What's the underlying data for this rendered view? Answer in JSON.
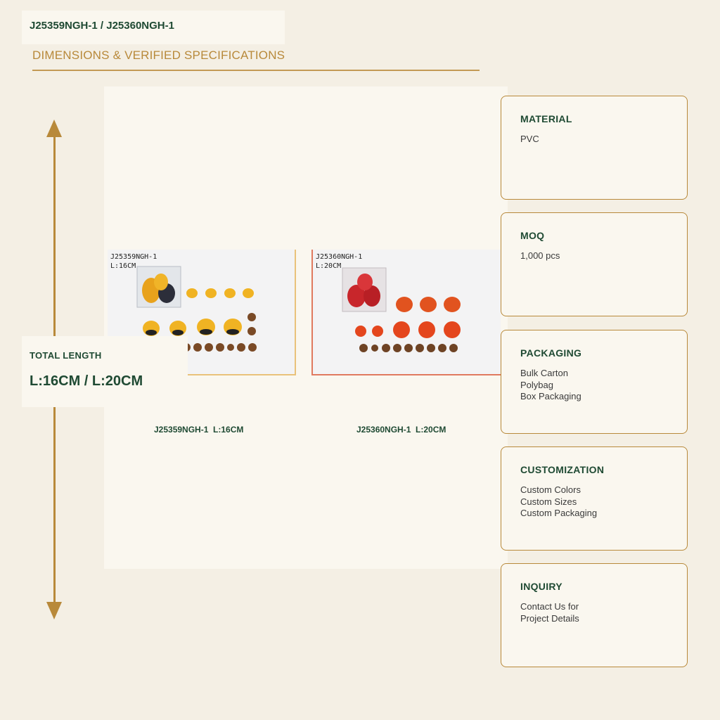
{
  "header": {
    "title": "J25359NGH-1 / J25360NGH-1",
    "subtitle": "DIMENSIONS & VERIFIED SPECIFICATIONS"
  },
  "total_length": {
    "label": "TOTAL LENGTH",
    "value": "L:16CM / L:20CM"
  },
  "products": [
    {
      "photo_label": "J25359NGH-1\nL:16CM",
      "caption": "J25359NGH-1  L:16CM"
    },
    {
      "photo_label": "J25360NGH-1\nL:20CM",
      "caption": "J25360NGH-1  L:20CM"
    }
  ],
  "specs": [
    {
      "title": "MATERIAL",
      "lines": [
        "PVC"
      ]
    },
    {
      "title": "MOQ",
      "lines": [
        "1,000 pcs"
      ]
    },
    {
      "title": "PACKAGING",
      "lines": [
        "Bulk Carton",
        "Polybag",
        "Box Packaging"
      ]
    },
    {
      "title": "CUSTOMIZATION",
      "lines": [
        "Custom Colors",
        "Custom Sizes",
        "Custom Packaging"
      ]
    },
    {
      "title": "INQUIRY",
      "lines": [
        "Contact Us for",
        "Project Details"
      ]
    }
  ],
  "colors": {
    "background": "#f4efe4",
    "panel": "#faf7ef",
    "accent_gold": "#b8893a",
    "text_green": "#1f4a33"
  },
  "icons": {
    "length_arrow": "vertical-double-arrow-icon"
  }
}
